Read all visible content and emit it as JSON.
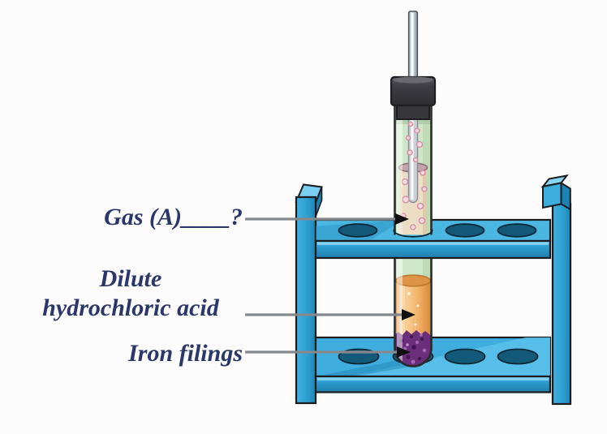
{
  "labels": {
    "gas": "Gas (A)____?",
    "acid_line1": "Dilute",
    "acid_line2": "hydrochloric acid",
    "iron": "Iron filings"
  },
  "colors": {
    "label_text": "#2c3769",
    "pointer_line": "#85898d",
    "arrowhead": "#101010",
    "rack_blue": "#2e9fd2",
    "rack_blue_light": "#4ab7e3",
    "rack_hole_teal": "#13597a",
    "gas_region_green": "#cfe7c9",
    "acid_orange": "#f2b268",
    "iron_filings_purple": "#6b2e7a",
    "stopper_gray": "#3e3e44",
    "glass_rod_gray": "#c2d1da",
    "inner_vessel_beige": "#ebdec5",
    "bubble_pink": "#d794a8"
  }
}
